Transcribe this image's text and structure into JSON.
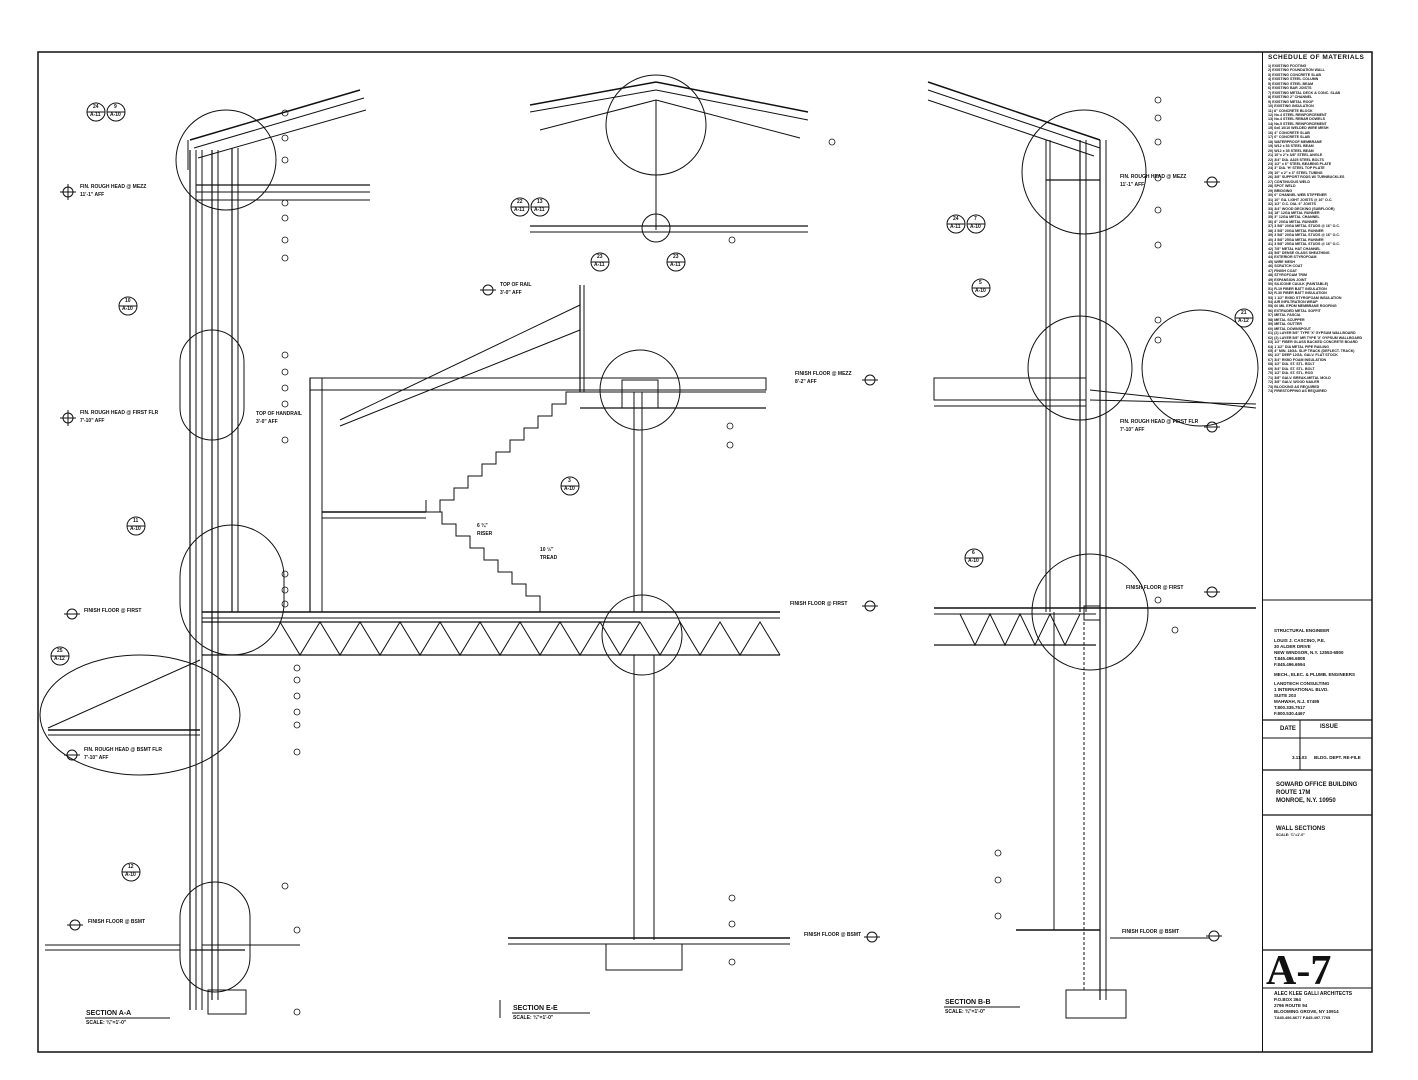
{
  "sections": [
    {
      "title": "SECTION  A-A",
      "scale": "SCALE: ¾\"=1'-0\""
    },
    {
      "title": "SECTION  E-E",
      "scale": "SCALE: ¾\"=1'-0\""
    },
    {
      "title": "SECTION  B-B",
      "scale": "SCALE: ¾\"=1'-0\""
    }
  ],
  "levels": {
    "a_mezz": "FIN. ROUGH HEAD @ MEZZ",
    "a_mezz_h": "11'-1\" AFF",
    "a_first": "FIN. ROUGH HEAD @ FIRST FLR",
    "a_first_h": "7'-10\" AFF",
    "handrail": "TOP OF HANDRAIL",
    "handrail_h": "3'-0\" AFF",
    "a_ff_first": "FINISH FLOOR @ FIRST",
    "a_bsmt": "FIN. ROUGH HEAD @ BSMT FLR",
    "a_bsmt_h": "7'-10\" AFF",
    "a_ff_bsmt": "FINISH FLOOR @ BSMT",
    "rail": "TOP OF RAIL",
    "rail_h": "3'-0\" AFF",
    "e_mezz": "FINISH FLOOR @ MEZZ",
    "e_mezz_h": "8'-2\" AFF",
    "e_first": "FINISH FLOOR @ FIRST",
    "e_bsmt": "FINISH FLOOR @ BSMT",
    "b_mezz": "FIN. ROUGH HEAD @ MEZZ",
    "b_mezz_h": "11'-1\" AFF",
    "b_first": "FIN. ROUGH HEAD @ FIRST FLR",
    "b_first_h": "7'-10\" AFF",
    "b_ff_first": "FINISH FLOOR @ FIRST",
    "b_bsmt": "FINISH FLOOR @ BSMT",
    "riser": "RISER",
    "riser_h": "6 ¾\"",
    "tread": "TREAD",
    "tread_h": "10 ½\""
  },
  "callouts": [
    {
      "num": "24",
      "sheet": "A-11"
    },
    {
      "num": "9",
      "sheet": "A-10"
    },
    {
      "num": "10",
      "sheet": "A-10"
    },
    {
      "num": "11",
      "sheet": "A-10"
    },
    {
      "num": "25",
      "sheet": "A-12"
    },
    {
      "num": "12",
      "sheet": "A-10"
    },
    {
      "num": "22",
      "sheet": "A-11"
    },
    {
      "num": "13",
      "sheet": "A-11"
    },
    {
      "num": "23",
      "sheet": "A-11"
    },
    {
      "num": "23",
      "sheet": "A-11"
    },
    {
      "num": "3",
      "sheet": "A-10"
    },
    {
      "num": "24",
      "sheet": "A-11"
    },
    {
      "num": "7",
      "sheet": "A-10"
    },
    {
      "num": "5",
      "sheet": "A-10"
    },
    {
      "num": "21",
      "sheet": "A-12"
    },
    {
      "num": "6",
      "sheet": "A-10"
    }
  ],
  "schedule": {
    "title": "SCHEDULE OF MATERIALS",
    "items": [
      "1)  EXISTING FOOTING",
      "2)  EXISTING FOUNDATION WALL",
      "3)  EXISTING CONCRETE SLAB",
      "4)  EXISTING STEEL COLUMN",
      "5)  EXISTING STEEL BEAM",
      "6)  EXISTING BAR JOISTS",
      "7)  EXISTING METAL DECK & CONC. SLAB",
      "8)  EXISTING 2\" CHANNEL",
      "9)  EXISTING METAL ROOF",
      "10) EXISTING INSULATION",
      "11) 8\" CONCRETE BLOCK",
      "12) No.4 STEEL REINFORCEMENT",
      "13) No.4 STEEL REBAR DOWELS",
      "14) No.5 STEEL REINFORCEMENT",
      "15) 6x6 10/10 WELDED WIRE MESH",
      "16) 4\" CONCRETE SLAB",
      "17) 6\" CONCRETE SLAB",
      "18) WATERPROOF MEMBRANE",
      "19) W12 x 53 STEEL BEAM",
      "20) W12 x 35 STEEL BEAM",
      "21) 10\"x 2\"x 3/8\" STEEL ANGLE",
      "22) 3/4\" DIA. A325 STEEL BOLTS",
      "23) 1/2\" x 6\" STEEL BEARING PLATE",
      "24) 3\" DIA. 'H' STEEL TOP PLATE",
      "25) 10\" x 2\" x 3\" STEEL TUBING",
      "26) 3/8\" SUPPORT RODS W/ TURNBUCKLES",
      "27) CONTINUOUS WELD",
      "28) SPOT WELD",
      "29) BRIDGING",
      "30) 6\" CHANNEL WEB STIFFENER",
      "31) 10\" GA. LIGHT JOISTS @ 16\" O.C.",
      "32) 1/2\" O.C. DIA. 6\" JOISTS",
      "33) 3/4\" WOOD DECKING (SUBFLOOR)",
      "34) 18\" 12GA METAL RUNNER",
      "35) 3\" 12GA METAL CHANNEL",
      "36) 8\" 20GA METAL RUNNER",
      "37) 3 5/8\" 20GA METAL STUDS @ 16\" O.C.",
      "38) 3 5/8\" 20GA METAL RUNNER",
      "39) 3 5/8\" 20GA METAL STUDS @ 16\" O.C.",
      "40) 3 5/8\" 25GA METAL RUNNER",
      "41) 3 5/8\" 25GA METAL STUDS @ 16\" O.C.",
      "42) 7/8\" METAL HAT CHANNEL",
      "43) 5/8\" DENSE GLASS SHEATHING",
      "44) EXTERIOR STYROFOAM",
      "45) WIRE MESH",
      "46) SCRATCH COAT",
      "47) FINISH COAT",
      "48) STYROFOAM TRIM",
      "49) EXPANSION JOINT",
      "50) SILICONE CAULK (PAINTABLE)",
      "51) R-19 FIBER BATT INSULATION",
      "52) R-30 FIBER BATT INSULATION",
      "53) 1 1/2\" RIGID STYROFOAM INSULATION",
      "54) AIR INFILTRATION WRAP",
      "55) 60 MIL EPDM MEMBRANE ROOFING",
      "56) EXTRUDED METAL SOFFIT",
      "57) METAL FASCIA",
      "58) METAL SCUPPER",
      "59) METAL GUTTER",
      "60) METAL DOWNSPOUT",
      "61) (2) LAYER 5/8\" TYPE 'X' GYPSUM WALLBOARD",
      "62) (2) LAYER 5/8\" MR TYPE 'X' GYPSUM WALLBOARD",
      "63) 1/2\" FIBER GLASS BACKED CONCRETE BOARD",
      "64) 1 1/2\" DIA METAL PIPE RAILING",
      "65) 4\" MIN. 18GA. SLIP TRACK (DEFLECT. TRACK)",
      "66) 1/2\" DEEP 12GA. GALV. FLAT STOCK",
      "67) 3/4\" RIGID FOAM INSULATION",
      "68) 1/2\" DIA. ST. STL. BOLT",
      "69) 3/4\" DIA. ST. STL. BOLT",
      "70) 1/2\" DIA. ST. STL. ROD",
      "71) 3/8\" GALV. BREAK-METAL MOLD",
      "72) 3/8\" GALV. WOOD NAILER",
      "73) BLOCKING AS REQUIRED",
      "74) FIRESTOPPING AS REQUIRED"
    ]
  },
  "engineer": {
    "role": "STRUCTURAL ENGINEER",
    "name": "LOUIS J. CASCINO, P.E.",
    "addr1": "30 ALDER DRIVE",
    "addr2": "NEW WINDSOR, N.Y. 12553-6800",
    "tel": "T.845.496.6808",
    "fax": "F.845.496.6594",
    "role2": "MECH., ELEC. & PLUMB. ENGINEERS",
    "name2": "LANDTECH CONSULTING",
    "addr3": "1 INTERNATIONAL BLVD.",
    "addr4": "SUITE 203",
    "addr5": "MAHWAH, N.J. 07495",
    "tel2": "T.800.335.7517",
    "fax2": "F.800.530.4467"
  },
  "issue": {
    "date_head": "DATE",
    "issue_head": "ISSUE",
    "date": "3.11.03",
    "desc": "BLDG. DEPT. RE-FILE"
  },
  "project": {
    "name": "SOWARD OFFICE BUILDING",
    "addr1": "ROUTE 17M",
    "addr2": "MONROE, N.Y. 10950"
  },
  "sheet": {
    "title": "WALL SECTIONS",
    "scale": "SCALE: ¾\"=1'-0\"",
    "number": "A-7"
  },
  "architect": {
    "name": "ALEC KLEE GALLI ARCHITECTS",
    "box": "P.O.BOX 364",
    "addr": "2796 ROUTE 94",
    "city": "BLOOMING GROVE, NY      10914",
    "phone": "T.845.496.8677    F.845.497.7765"
  },
  "colors": {
    "ink": "#111111",
    "paper": "#ffffff"
  }
}
